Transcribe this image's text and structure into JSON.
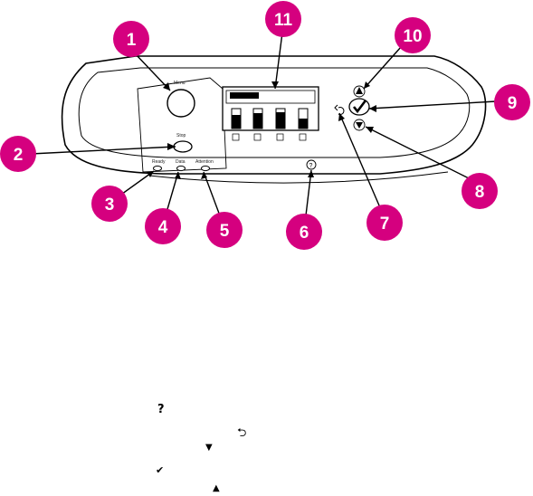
{
  "panel": {
    "labels": {
      "menu": "Menu",
      "stop": "Stop",
      "ready": "Ready",
      "data": "Data",
      "attention": "Attention"
    }
  },
  "callouts": [
    "1",
    "2",
    "3",
    "4",
    "5",
    "6",
    "7",
    "8",
    "9",
    "10",
    "11"
  ],
  "colors": {
    "callout": "#d5007f",
    "outline": "#000000"
  },
  "icon_legend": [
    {
      "name": "help-icon",
      "glyph": "?"
    },
    {
      "name": "back-icon",
      "glyph": "⮌"
    },
    {
      "name": "down-arrow-icon",
      "glyph": "▼"
    },
    {
      "name": "select-check-icon",
      "glyph": "✔"
    },
    {
      "name": "up-arrow-icon",
      "glyph": "▲"
    }
  ]
}
